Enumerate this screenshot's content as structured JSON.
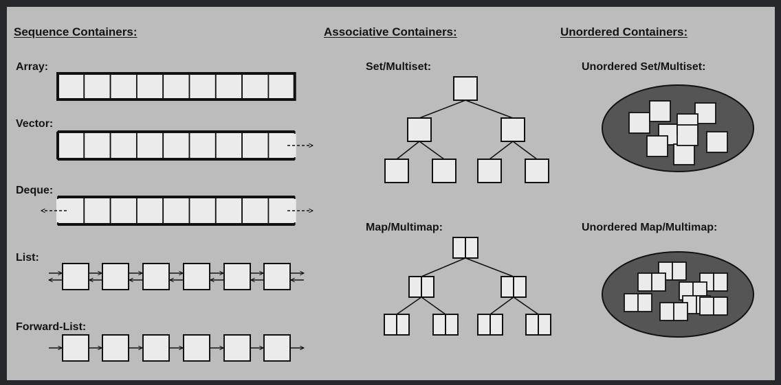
{
  "headings": {
    "sequence": "Sequence Containers:",
    "associative": "Associative Containers:",
    "unordered": "Unordered Containers:"
  },
  "labels": {
    "array": "Array:",
    "vector": "Vector:",
    "deque": "Deque:",
    "list": "List:",
    "forward_list": "Forward-List:",
    "set_multiset": "Set/Multiset:",
    "map_multimap": "Map/Multimap:",
    "unordered_set_multiset": "Unordered Set/Multiset:",
    "unordered_map_multimap": "Unordered Map/Multimap:"
  },
  "colors": {
    "background": "#26282c",
    "panel": "#bcbcbc",
    "cell_fill": "#ebebeb",
    "stroke": "#111111",
    "ellipse_fill": "#555555"
  }
}
